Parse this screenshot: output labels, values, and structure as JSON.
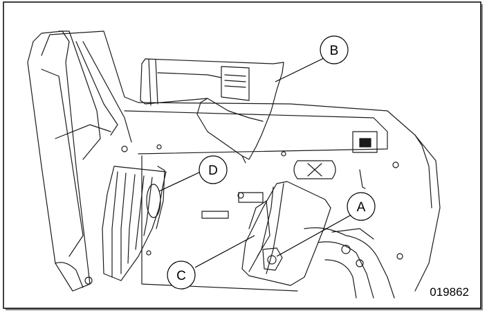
{
  "figure": {
    "callouts": [
      {
        "id": "callout-a",
        "label": "A"
      },
      {
        "id": "callout-b",
        "label": "B"
      },
      {
        "id": "callout-c",
        "label": "C"
      },
      {
        "id": "callout-d",
        "label": "D"
      }
    ],
    "figure_number": "019862"
  }
}
